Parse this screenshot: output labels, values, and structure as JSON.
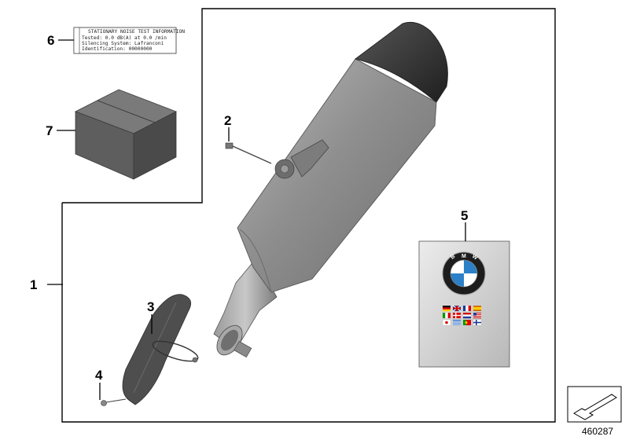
{
  "callouts": {
    "item_1": "1",
    "item_2": "2",
    "item_3": "3",
    "item_4": "4",
    "item_5": "5",
    "item_6": "6",
    "item_7": "7"
  },
  "noise_label": {
    "title": "STATIONARY NOISE TEST INFORMATION",
    "tested_line": "Tested: 0.0 dB(A) at 0.0 /min",
    "silencing_line": "Silencing System: Lafranconi",
    "ident_line": "Identification: 00000000"
  },
  "manual": {
    "brand_letters": [
      "B",
      "M",
      "W"
    ]
  },
  "document_number": "460287",
  "colors": {
    "muffler_body": "#8c8c8c",
    "end_cap": "#3a3a3a",
    "heat_shield": "#4a4a4a",
    "box": "#5f5f5f",
    "manual_bg": "#d6d6d6",
    "bmw_blue": "#2b80c7"
  }
}
